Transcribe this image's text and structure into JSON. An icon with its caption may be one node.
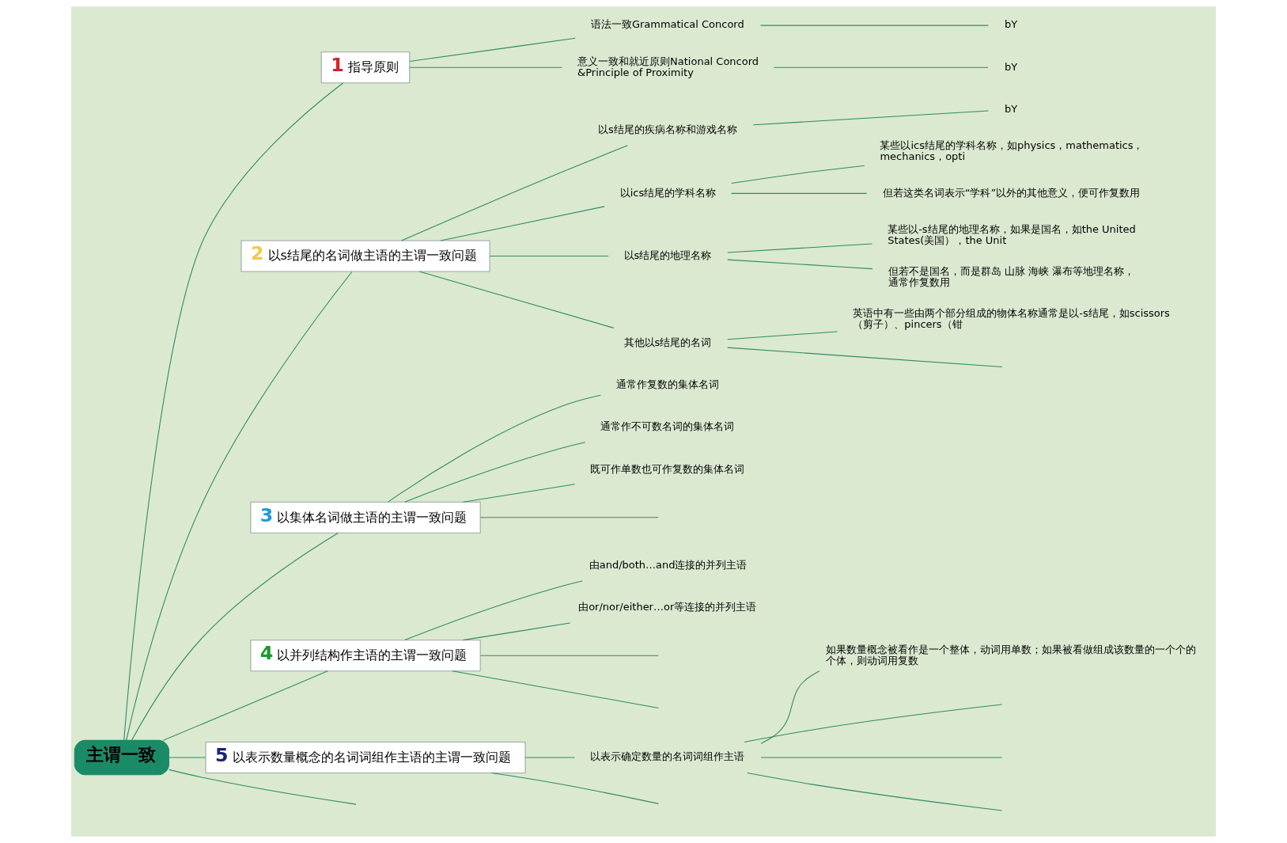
{
  "diagram": {
    "nodes": [
      {
        "text": [
          "主谓一致"
        ]
      },
      {
        "text": [
          "1",
          "指导原则"
        ]
      },
      {
        "text": [
          "语法一致Grammatical Concord"
        ]
      },
      {
        "text": [
          "bY"
        ]
      },
      {
        "text": [
          "意义一致和就近原则National Concord &Principle of Proximity"
        ]
      },
      {
        "text": [
          "bY"
        ]
      },
      {
        "text": [
          "2",
          "以s结尾的名词做主语的主谓一致问题"
        ]
      },
      {
        "text": [
          "以s结尾的疾病名称和游戏名称"
        ]
      },
      {
        "text": [
          "bY"
        ]
      },
      {
        "text": [
          "以ics结尾的学科名称"
        ]
      },
      {
        "text": [
          "某些以ics结尾的学科名称，如physics，mathematics，mechanics，opti"
        ]
      },
      {
        "text": [
          "但若这类名词表示“学科”以外的其他意义，便可作复数用"
        ]
      },
      {
        "text": [
          "以s结尾的地理名称"
        ]
      },
      {
        "text": [
          "某些以-s结尾的地理名称，如果是国名，如the United States(美国），the Unit"
        ]
      },
      {
        "text": [
          "但若不是国名，而是群岛 山脉 海峡 瀑布等地理名称，通常作复数用"
        ]
      },
      {
        "text": [
          "其他以s结尾的名词"
        ]
      },
      {
        "text": [
          "英语中有一些由两个部分组成的物体名称通常是以-s结尾，如scissors（剪子）、pincers（钳"
        ]
      },
      {
        "text": [
          "3",
          "以集体名词做主语的主谓一致问题"
        ]
      },
      {
        "text": [
          "通常作复数的集体名词"
        ]
      },
      {
        "text": [
          "通常作不可数名词的集体名词"
        ]
      },
      {
        "text": [
          "既可作单数也可作复数的集体名词"
        ]
      },
      {
        "text": [
          "4",
          "以并列结构作主语的主谓一致问题"
        ]
      },
      {
        "text": [
          "由and/both…and连接的并列主语"
        ]
      },
      {
        "text": [
          "由or/nor/either…or等连接的并列主语"
        ]
      },
      {
        "text": [
          "5",
          "以表示数量概念的名词词组作主语的主谓一致问题"
        ]
      },
      {
        "text": [
          "以表示确定数量的名词词组作主语"
        ]
      },
      {
        "text": [
          "如果数量概念被看作是一个整体，动词用单数；如果被看做组成该数量的一个个的个体，则动词用复数"
        ]
      }
    ],
    "edges": [
      {
        "from": 0,
        "to": 1,
        "arrow": "none"
      },
      {
        "from": 1,
        "to": 2,
        "arrow": "none"
      },
      {
        "from": 2,
        "to": 3,
        "arrow": "none"
      },
      {
        "from": 1,
        "to": 4,
        "arrow": "none"
      },
      {
        "from": 4,
        "to": 5,
        "arrow": "none"
      },
      {
        "from": 0,
        "to": 6,
        "arrow": "none"
      },
      {
        "from": 6,
        "to": 7,
        "arrow": "none"
      },
      {
        "from": 7,
        "to": 8,
        "arrow": "none"
      },
      {
        "from": 6,
        "to": 9,
        "arrow": "none"
      },
      {
        "from": 9,
        "to": 10,
        "arrow": "none"
      },
      {
        "from": 9,
        "to": 11,
        "arrow": "none"
      },
      {
        "from": 6,
        "to": 12,
        "arrow": "none"
      },
      {
        "from": 12,
        "to": 13,
        "arrow": "none"
      },
      {
        "from": 12,
        "to": 14,
        "arrow": "none"
      },
      {
        "from": 6,
        "to": 15,
        "arrow": "none"
      },
      {
        "from": 15,
        "to": 16,
        "arrow": "none"
      },
      {
        "from": 15,
        "to": null,
        "arrow": "none"
      },
      {
        "from": 0,
        "to": 17,
        "arrow": "none"
      },
      {
        "from": 17,
        "to": 18,
        "arrow": "none"
      },
      {
        "from": 17,
        "to": 19,
        "arrow": "none"
      },
      {
        "from": 17,
        "to": 20,
        "arrow": "none"
      },
      {
        "from": 17,
        "to": null,
        "arrow": "none"
      },
      {
        "from": 0,
        "to": 21,
        "arrow": "none"
      },
      {
        "from": 21,
        "to": 22,
        "arrow": "none"
      },
      {
        "from": 21,
        "to": 23,
        "arrow": "none"
      },
      {
        "from": 21,
        "to": null,
        "arrow": "none"
      },
      {
        "from": 21,
        "to": null,
        "arrow": "none"
      },
      {
        "from": 0,
        "to": 24,
        "arrow": "none"
      },
      {
        "from": 24,
        "to": 25,
        "arrow": "none"
      },
      {
        "from": 25,
        "to": 26,
        "arrow": "none"
      },
      {
        "from": 25,
        "to": null,
        "arrow": "none"
      },
      {
        "from": 25,
        "to": null,
        "arrow": "none"
      },
      {
        "from": 25,
        "to": null,
        "arrow": "none"
      },
      {
        "from": 24,
        "to": null,
        "arrow": "none"
      },
      {
        "from": 0,
        "to": null,
        "arrow": "none"
      }
    ]
  }
}
